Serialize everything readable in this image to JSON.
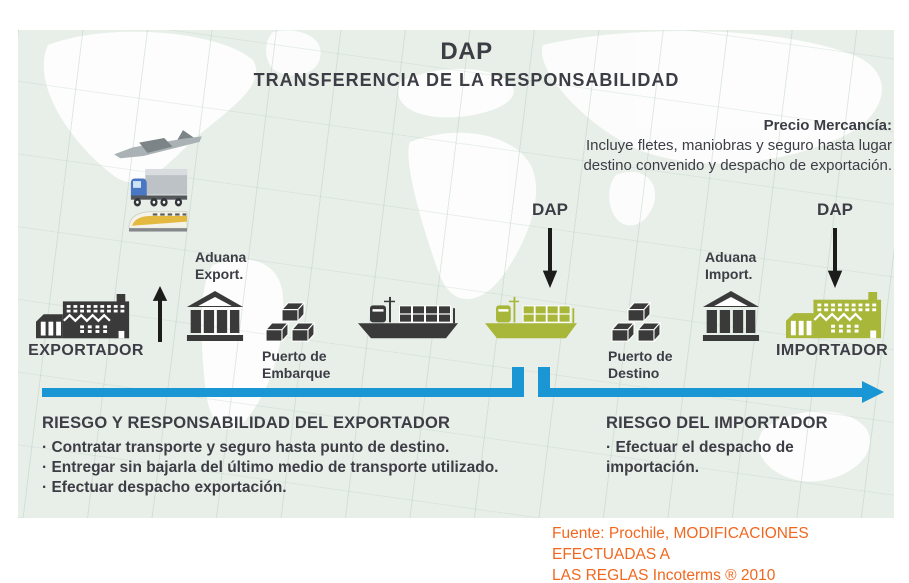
{
  "header": {
    "title": "DAP",
    "subtitle": "TRANSFERENCIA DE LA RESPONSABILIDAD"
  },
  "price_note": {
    "heading": "Precio Mercancía:",
    "line1": "Incluye fletes, maniobras y seguro hasta lugar",
    "line2": "destino convenido y despacho de exportación."
  },
  "flow": {
    "exporter_label": "EXPORTADOR",
    "customs_export_line1": "Aduana",
    "customs_export_line2": "Export.",
    "port_embark_line1": "Puerto de",
    "port_embark_line2": "Embarque",
    "dap_marker_ship": "DAP",
    "port_destination_line1": "Puerto de",
    "port_destination_line2": "Destino",
    "customs_import_line1": "Aduana",
    "customs_import_line2": "Import.",
    "dap_marker_importer": "DAP",
    "importer_label": "IMPORTADOR"
  },
  "risks": {
    "exporter": {
      "heading": "RIESGO Y RESPONSABILIDAD DEL EXPORTADOR",
      "items": [
        "· Contratar transporte y seguro hasta punto de destino.",
        "· Entregar sin bajarla del último medio de transporte utilizado.",
        "· Efectuar despacho exportación."
      ]
    },
    "importer": {
      "heading": "RIESGO DEL IMPORTADOR",
      "items": [
        "· Efectuar el despacho de importación."
      ]
    }
  },
  "source": {
    "line1": "Fuente: Prochile, MODIFICACIONES EFECTUADAS A",
    "line2": "LAS REGLAS Incoterms ® 2010"
  },
  "icons": {
    "transport_modes": [
      "airplane-icon",
      "truck-icon",
      "train-icon"
    ],
    "exporter": "factory-icon",
    "customs": "bank-icon",
    "ports": "crates-icon",
    "carriage": "cargo-ship-icon",
    "dap_markers": "down-arrow-icon",
    "export_handoff": "up-arrow-icon",
    "timeline": "timeline-arrow"
  },
  "colors": {
    "text_dark": "#3d3d45",
    "accent_blue": "#1b96d4",
    "brand_green": "#a8b73a",
    "icon_dark": "#3a3a3a",
    "arrow_black": "#1c1c1a",
    "source_orange": "#f2671f",
    "map_base": "#e8efe9",
    "map_land": "#ffffff",
    "plane_gray": "#aab2b5",
    "plane_dark": "#7c8488",
    "truck_blue": "#4a77c4",
    "trailer_gray": "#bcc2c6",
    "glass_blue": "#cfe4f2",
    "chassis_dark": "#54575a",
    "wheel_dark": "#33363a",
    "train_body": "#f4f3ea",
    "train_stripe": "#e4b93f",
    "train_base": "#84888b"
  }
}
